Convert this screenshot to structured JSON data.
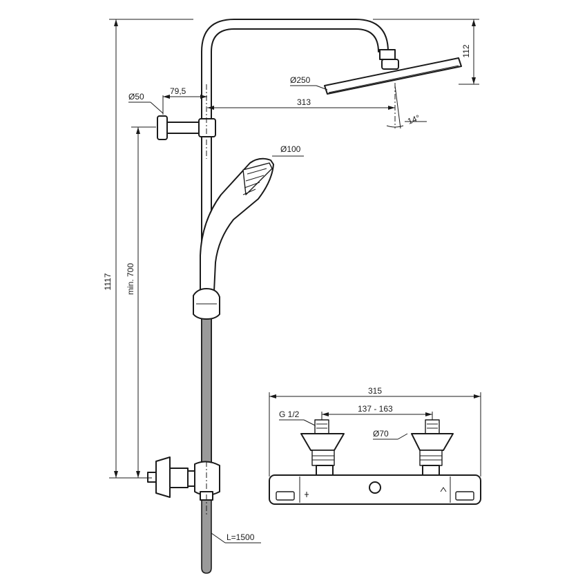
{
  "dimensions": {
    "total_height": "1117",
    "min_height": "min. 700",
    "head_height": "112",
    "wall_flange_diameter": "Ø50",
    "wall_offset": "79,5",
    "arm_reach": "313",
    "head_diameter": "Ø250",
    "tilt_angle": "14°",
    "hand_shower_diameter": "Ø100",
    "hose_length": "L=1500",
    "mixer_width": "315",
    "inlet_thread": "G 1/2",
    "inlet_spacing": "137 - 163",
    "escutcheon_diameter": "Ø70"
  },
  "colors": {
    "line": "#1a1a1a",
    "hose_fill": "#9a9a9a",
    "background": "#ffffff"
  }
}
